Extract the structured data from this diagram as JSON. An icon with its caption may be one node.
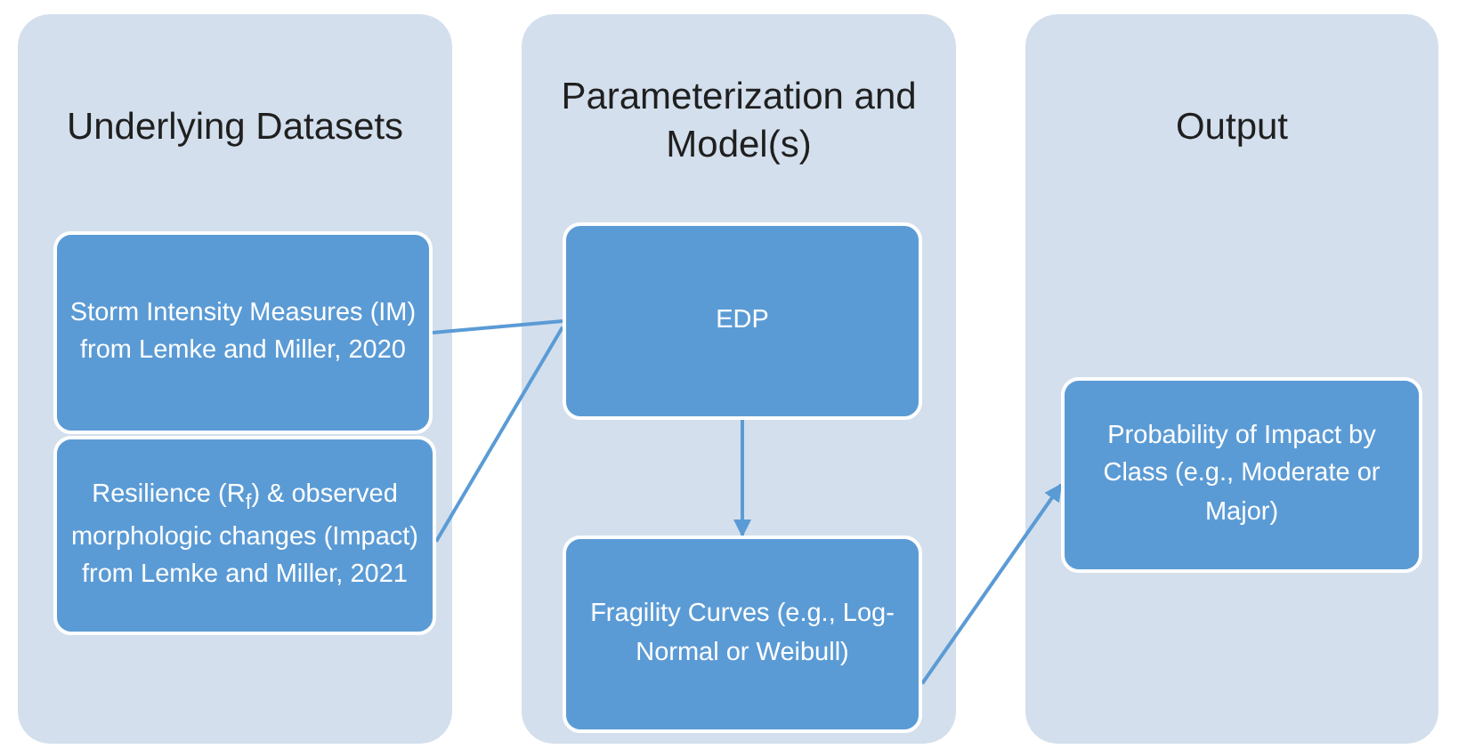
{
  "diagram": {
    "nodes": [
      {
        "text": [
          "Underlying Datasets"
        ]
      },
      {
        "text": [
          "Storm Intensity Measures (IM) from Lemke and Miller, 2020"
        ],
        "in": 0
      },
      {
        "text": [
          "Resilience (R$_{f}$) & observed morphologic changes (Impact) from Lemke and Miller, 2021"
        ],
        "in": 0
      },
      {
        "text": [
          "Parameterization and Model(s)"
        ]
      },
      {
        "text": [
          "EDP"
        ],
        "in": 3
      },
      {
        "text": [
          "Fragility Curves (e.g., Log-Normal or Weibull)"
        ],
        "in": 3
      },
      {
        "text": [
          "Output"
        ]
      },
      {
        "text": [
          "Probability of Impact by Class (e.g., Moderate or Major)"
        ],
        "in": 6
      }
    ],
    "edges": [
      {
        "from": 1,
        "to": 4,
        "arrow": "none"
      },
      {
        "from": 2,
        "to": 4,
        "arrow": "none"
      },
      {
        "from": 4,
        "to": 5,
        "arrow": "to"
      },
      {
        "from": 5,
        "to": 7,
        "arrow": "to"
      }
    ]
  }
}
